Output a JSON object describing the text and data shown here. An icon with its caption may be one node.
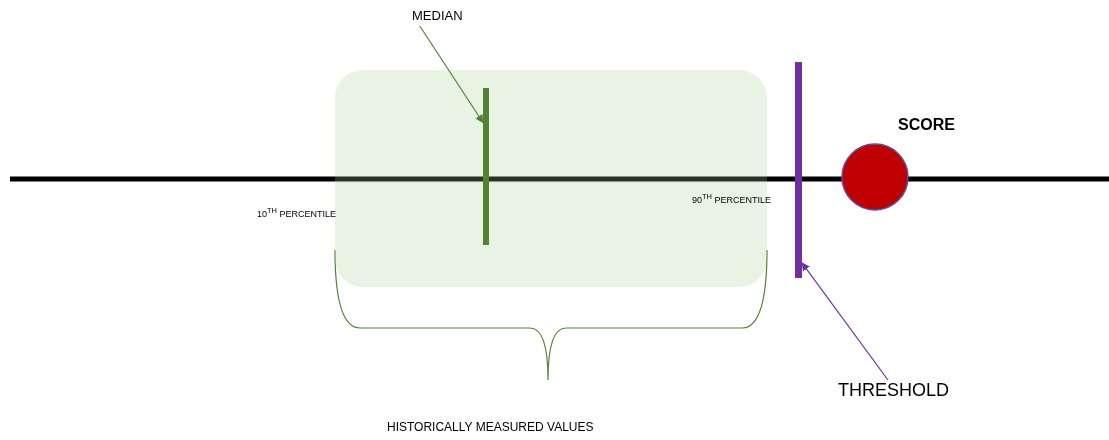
{
  "diagram": {
    "nodes": [
      {
        "text": [
          "MEDIAN"
        ]
      },
      {
        "text": [],
        "shape": "box"
      },
      {
        "text": [],
        "shape": "bar",
        "in": 1
      },
      {
        "text": [],
        "shape": "bar"
      },
      {
        "text": [],
        "shape": "circle",
        "beside": [
          "SCORE"
        ]
      },
      {
        "text": [
          "THRESHOLD"
        ]
      }
    ],
    "edges": [
      {
        "from": 0,
        "to": 2,
        "arrow": "to",
        "color": "#548235"
      },
      {
        "from": 5,
        "to": 3,
        "arrow": "to",
        "color": "#7030a0"
      }
    ],
    "labels": [
      "10$^{TH}$ PERCENTILE",
      "90$^{TH}$ PERCENTILE",
      "HISTORICALLY MEASURED VALUES"
    ]
  }
}
